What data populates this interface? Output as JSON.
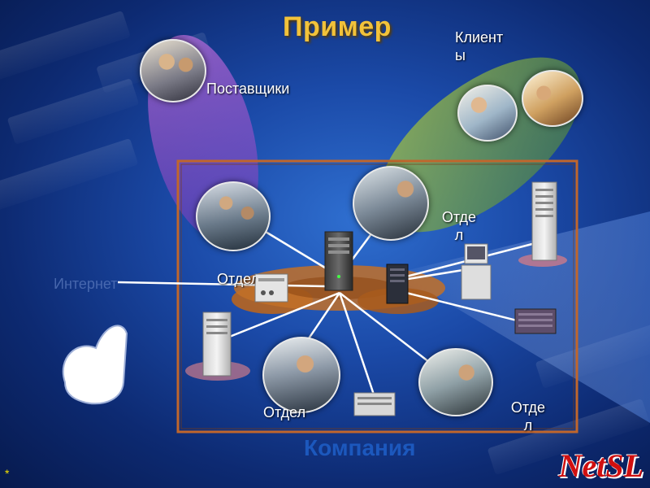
{
  "slide": {
    "title": "Пример",
    "labels": {
      "suppliers": "Поставщики",
      "clients": "Клиенты",
      "internet": "Интернет",
      "company": "Компания",
      "dept_top": "Отдел",
      "dept_left": "Отдел",
      "dept_bottom": "Отдел",
      "dept_bottom_right": "Отдел"
    },
    "brand": "NetSL",
    "star": "*"
  },
  "colors": {
    "title": "#f2c23a",
    "brand": "#d01010",
    "frame": "#c0662c",
    "link": "#ffffff",
    "suppliers_zone": "#a04ec8",
    "clients_zone": "#8fb33a",
    "hub": "#b8651f"
  }
}
